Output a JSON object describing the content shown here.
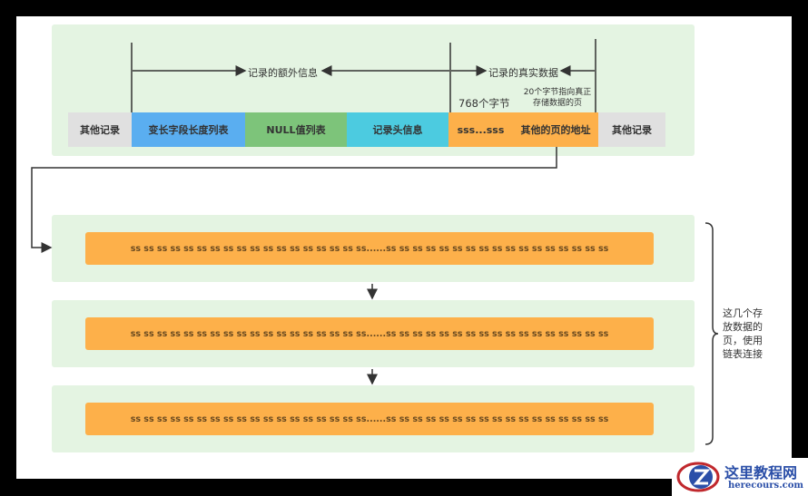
{
  "header": {
    "extra_info_label": "记录的额外信息",
    "real_data_label": "记录的真实数据",
    "bytes_768_label": "768个字节",
    "pointer_note_line1": "20个字节指向真正",
    "pointer_note_line2": "存储数据的页"
  },
  "record_cells": [
    {
      "label": "其他记录",
      "color": "#e0e0e0"
    },
    {
      "label": "变长字段长度列表",
      "color": "#5aaef0"
    },
    {
      "label": "NULL值列表",
      "color": "#7dc47a"
    },
    {
      "label": "记录头信息",
      "color": "#4ccbe0"
    },
    {
      "label": "sss...sss",
      "color": "#fdb04a"
    },
    {
      "label": "其他的页的地址",
      "color": "#fdb04a"
    },
    {
      "label": "其他记录",
      "color": "#e0e0e0"
    }
  ],
  "overflow_pages": [
    {
      "content": "ss ss ss ss ss ss ss ss ss ss ss ss ss ss ss ss ss ss......ss ss ss ss ss ss ss ss ss ss ss ss ss ss ss ss ss"
    },
    {
      "content": "ss ss ss ss ss ss ss ss ss ss ss ss ss ss ss ss ss ss......ss ss ss ss ss ss ss ss ss ss ss ss ss ss ss ss ss"
    },
    {
      "content": "ss ss ss ss ss ss ss ss ss ss ss ss ss ss ss ss ss ss......ss ss ss ss ss ss ss ss ss ss ss ss ss ss ss ss ss"
    }
  ],
  "brace_note": [
    "这几个存",
    "放数据的",
    "页，使用",
    "链表连接"
  ],
  "watermark": {
    "title": "这里教程网",
    "site": "herecours.com"
  }
}
